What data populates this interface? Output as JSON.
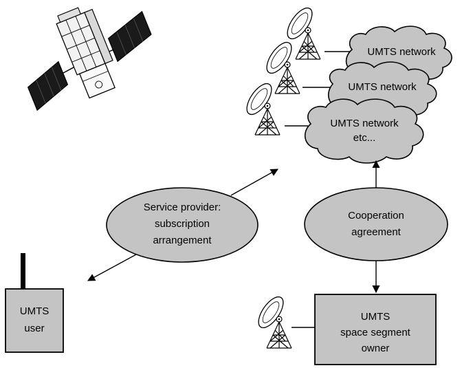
{
  "networks": [
    {
      "label": "UMTS network"
    },
    {
      "label": "UMTS network"
    },
    {
      "label_line1": "UMTS network",
      "label_line2": "etc..."
    }
  ],
  "service_provider": {
    "line1": "Service provider:",
    "line2": "subscription",
    "line3": "arrangement"
  },
  "cooperation": {
    "line1": "Cooperation",
    "line2": "agreement"
  },
  "user_box": {
    "line1": "UMTS",
    "line2": "user"
  },
  "owner_box": {
    "line1": "UMTS",
    "line2": "space segment",
    "line3": "owner"
  },
  "colors": {
    "fill": "#c4c4c4",
    "stroke": "#000000"
  },
  "icons": [
    "satellite-icon",
    "ground-station-icon",
    "antenna-icon"
  ]
}
